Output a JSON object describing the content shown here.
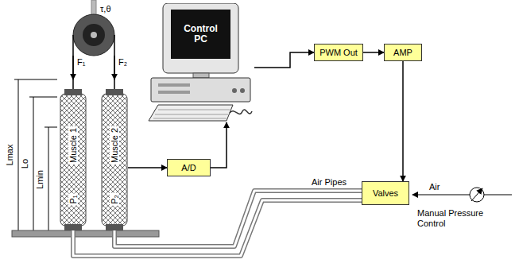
{
  "diagram": {
    "nodes": [
      {
        "text": [
          "Control PC"
        ]
      },
      {
        "text": [
          "PWM Out"
        ]
      },
      {
        "text": [
          "AMP"
        ]
      },
      {
        "text": [
          "P₁",
          "Muscle 1"
        ]
      },
      {
        "text": [
          "P₂",
          "Muscle 2"
        ]
      },
      {
        "text": [
          "A/D"
        ]
      },
      {
        "text": [
          "Valves"
        ]
      }
    ],
    "edges": [
      {
        "from": 0,
        "to": 1,
        "arrow": "to"
      },
      {
        "from": 1,
        "to": 2,
        "arrow": "to"
      },
      {
        "from": 2,
        "to": 6,
        "arrow": "to"
      },
      {
        "from": 4,
        "to": 5,
        "arrow": "to"
      },
      {
        "from": 5,
        "to": 0,
        "arrow": "to"
      },
      {
        "from": 6,
        "to": 3,
        "arrow": "none"
      },
      {
        "from": 6,
        "to": 4,
        "arrow": "none"
      }
    ],
    "labels": [
      "τ,θ",
      "F₁",
      "F₂",
      "Lmax",
      "Lo",
      "Lmin",
      "Air",
      "Manual Pressure Control",
      "Air Pipes"
    ]
  }
}
